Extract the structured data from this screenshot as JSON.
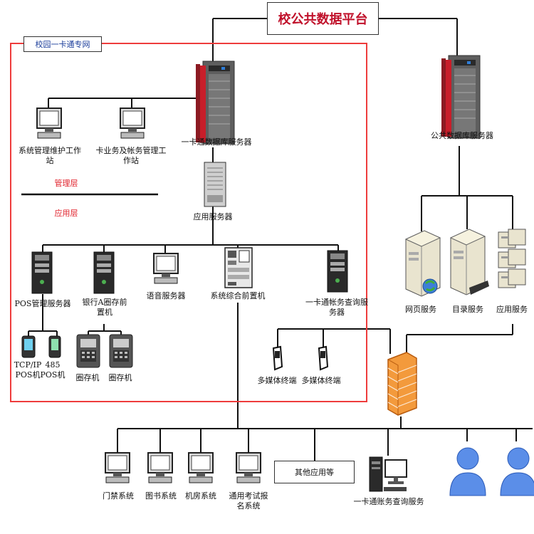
{
  "platform_title": "校公共数据平台",
  "zone_label": "校园一卡通专网",
  "layers": {
    "management": "管理层",
    "application": "应用层"
  },
  "nodes": {
    "card_db_server": "一卡通数据库服务器",
    "public_db_server": "公共数据库服务器",
    "sys_maint_ws": "系统管理维护工作站",
    "card_biz_ws": "卡业务及帐务管理工作站",
    "app_server_1": "应用服务器",
    "pos_server": "POS管理服务器",
    "bank_a": "银行A圈存前置机",
    "voice_server": "语音服务器",
    "front_end": "系统综合前置机",
    "card_query_server": "一卡通帐务查询服务器",
    "tcpip_pos": "TCP/IP POS机",
    "pos_485": "485 POS机",
    "load_machine_1": "圈存机",
    "load_machine_2": "圈存机",
    "multimedia_1": "多媒体终端",
    "multimedia_2": "多媒体终端",
    "web_service": "网页服务",
    "directory_service": "目录服务",
    "app_service": "应用服务",
    "access_control": "门禁系统",
    "library": "图书系统",
    "lab": "机房系统",
    "exam_system": "通用考试报名系统",
    "other_apps": "其他应用等",
    "card_query_service": "一卡通账务查询服务"
  },
  "colors": {
    "zone_border": "#ee3c3c",
    "title_text": "#c0102a",
    "layer_text": "#e0202a",
    "wire": "#111111",
    "zone_tag_text": "#1a3c9a"
  },
  "icons": {
    "server_tower": "rack-server-icon",
    "workstation": "desktop-computer-icon",
    "firewall": "brick-firewall-icon",
    "user": "user-icon",
    "phone": "handheld-pos-icon",
    "kiosk": "load-kiosk-icon",
    "terminal": "multimedia-terminal-icon"
  }
}
